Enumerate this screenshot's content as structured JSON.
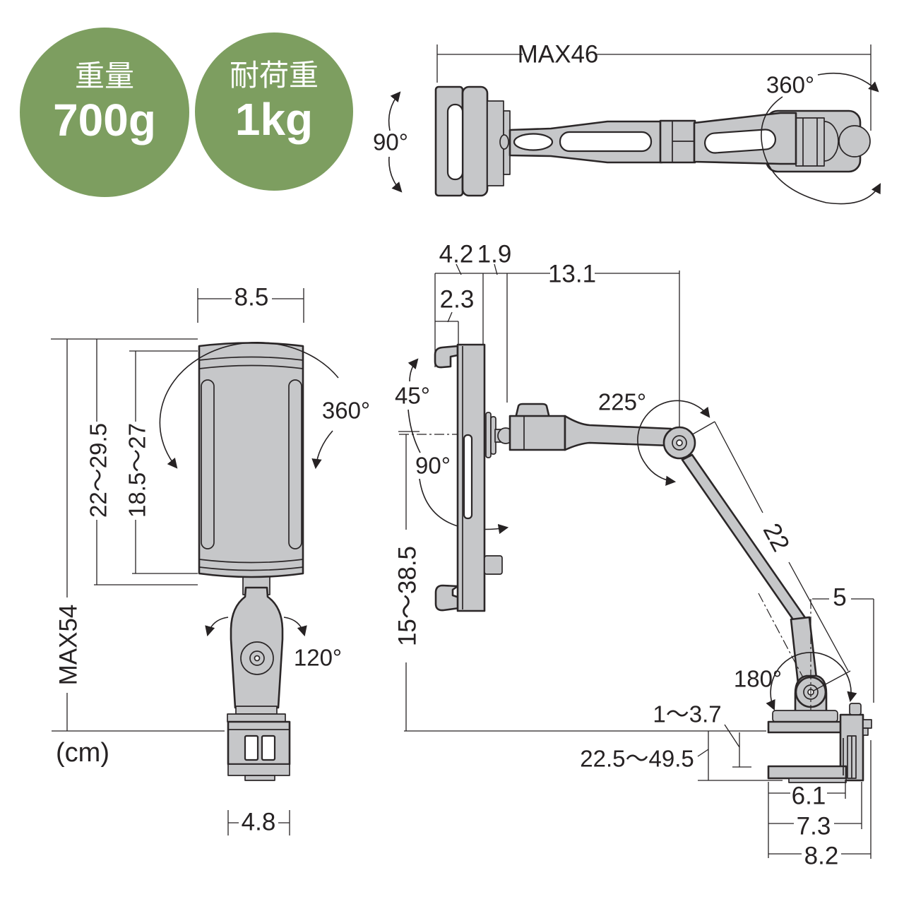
{
  "badges": {
    "weight_label": "重量",
    "weight_value": "700g",
    "load_label": "耐荷重",
    "load_value": "1kg"
  },
  "colors": {
    "badge_green": "#7d9e60",
    "part_gray": "#c6c7c9",
    "line_dark": "#262223"
  },
  "unit_note": "(cm)",
  "top_view": {
    "max_width": "MAX46",
    "tilt_angle": "90°",
    "rotation_angle": "360°"
  },
  "front_view": {
    "holder_width": "8.5",
    "rotation_angle": "360°",
    "height_range": "22〜29.5",
    "inner_height_range": "18.5〜27",
    "max_height": "MAX54",
    "swivel_angle": "120°",
    "base_width": "4.8"
  },
  "side_view": {
    "holder_depth": "4.2",
    "joint_offset": "1.9",
    "upper_arm_length": "13.1",
    "hook_depth": "2.3",
    "tilt_up_angle": "45°",
    "tilt_down_angle": "90°",
    "elbow_rotation": "225°",
    "lower_arm_length": "22",
    "clamp_top_length": "5",
    "height_range": "15〜38.5",
    "base_rotation": "180°",
    "clamp_opening": "1〜3.7",
    "reach_range": "22.5〜49.5",
    "clamp_inner_depth": "6.1",
    "clamp_mid_depth": "7.3",
    "clamp_outer_depth": "8.2"
  }
}
